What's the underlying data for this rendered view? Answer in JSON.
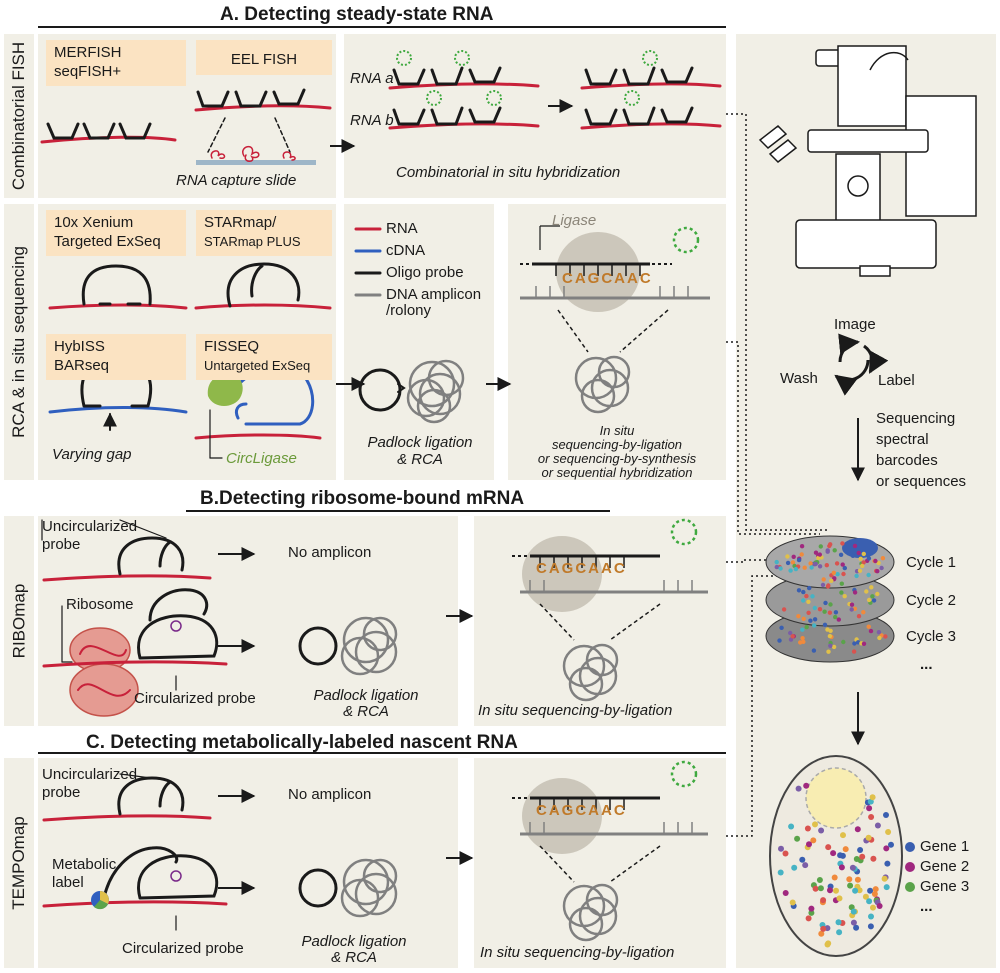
{
  "section_a": {
    "title": "A. Detecting steady-state RNA",
    "side_fish": "Combinatorial FISH",
    "side_rca": "RCA & in situ sequencing",
    "merfish": "MERFISH",
    "seqfish": "seqFISH+",
    "eel": "EEL FISH",
    "capture_slide": "RNA capture slide",
    "rna_a": "RNA a",
    "rna_b": "RNA b",
    "combinatorial": "Combinatorial in situ hybridization",
    "xenium": "10x Xenium",
    "targeted_exseq": "Targeted ExSeq",
    "starmap": "STARmap/",
    "starmap_plus": "STARmap PLUS",
    "hybiss": "HybISS",
    "barseq": "BARseq",
    "fisseq": "FISSEQ",
    "untargeted_exseq": "Untargeted ExSeq",
    "varying_gap": "Varying gap",
    "circligase": "CircLigase",
    "padlock": "Padlock ligation",
    "rca": "& RCA",
    "ligase": "Ligase",
    "seq_word": "CAGCAAC",
    "in_situ": "In situ",
    "sbl": "sequencing-by-ligation",
    "sbs": "or sequencing-by-synthesis",
    "seqhyb": "or sequential hybridization"
  },
  "legend": {
    "items": [
      {
        "label": "RNA",
        "color": "#c8213a"
      },
      {
        "label": "cDNA",
        "color": "#2f5fbf"
      },
      {
        "label": "Oligo probe",
        "color": "#1a1a1a"
      },
      {
        "label": "DNA amplicon",
        "color": "#808080"
      }
    ],
    "rolony": "/rolony"
  },
  "section_b": {
    "title": "B.Detecting ribosome-bound mRNA",
    "side": "RIBOmap",
    "uncirc": "Uncircularized",
    "probe": "probe",
    "no_amplicon": "No amplicon",
    "ribosome": "Ribosome",
    "circ": "Circularized probe",
    "padlock": "Padlock ligation",
    "rca": "& RCA",
    "isbl": "In situ sequencing-by-ligation",
    "seq_word": "CAGCAAC"
  },
  "section_c": {
    "title": "C. Detecting metabolically-labeled nascent RNA",
    "side": "TEMPOmap",
    "uncirc": "Uncircularized",
    "probe": "probe",
    "no_amplicon": "No amplicon",
    "metabolic": "Metabolic",
    "label": "label",
    "circ": "Circularized probe",
    "padlock": "Padlock ligation",
    "rca": "& RCA",
    "isbl": "In situ sequencing-by-ligation",
    "seq_word": "CAGCAAC"
  },
  "right": {
    "image": "Image",
    "wash": "Wash",
    "label": "Label",
    "seq1": "Sequencing",
    "seq2": "spectral",
    "seq3": "barcodes",
    "seq4": "or sequences",
    "cycle1": "Cycle 1",
    "cycle2": "Cycle 2",
    "cycle3": "Cycle 3",
    "dots1": "...",
    "gene1": "Gene 1",
    "gene2": "Gene 2",
    "gene3": "Gene 3",
    "dots2": "...",
    "gene_colors": [
      "#3a5fb0",
      "#a0287f",
      "#5aa34a"
    ]
  }
}
